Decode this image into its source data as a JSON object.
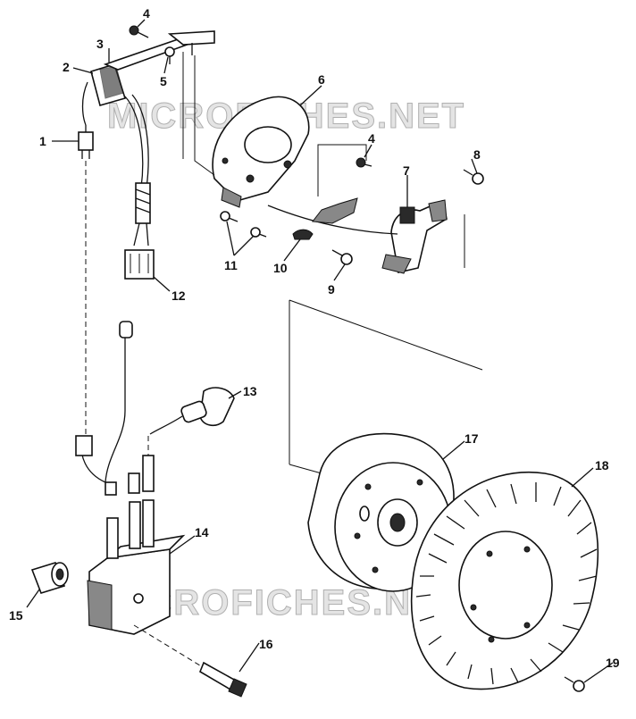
{
  "watermarks": [
    "MICROFICHES.NET",
    "MICROFICHES.NET"
  ],
  "callouts": [
    "1",
    "2",
    "3",
    "4",
    "5",
    "6",
    "4",
    "7",
    "8",
    "9",
    "10",
    "11",
    "12",
    "13",
    "14",
    "15",
    "16",
    "17",
    "18",
    "19"
  ]
}
